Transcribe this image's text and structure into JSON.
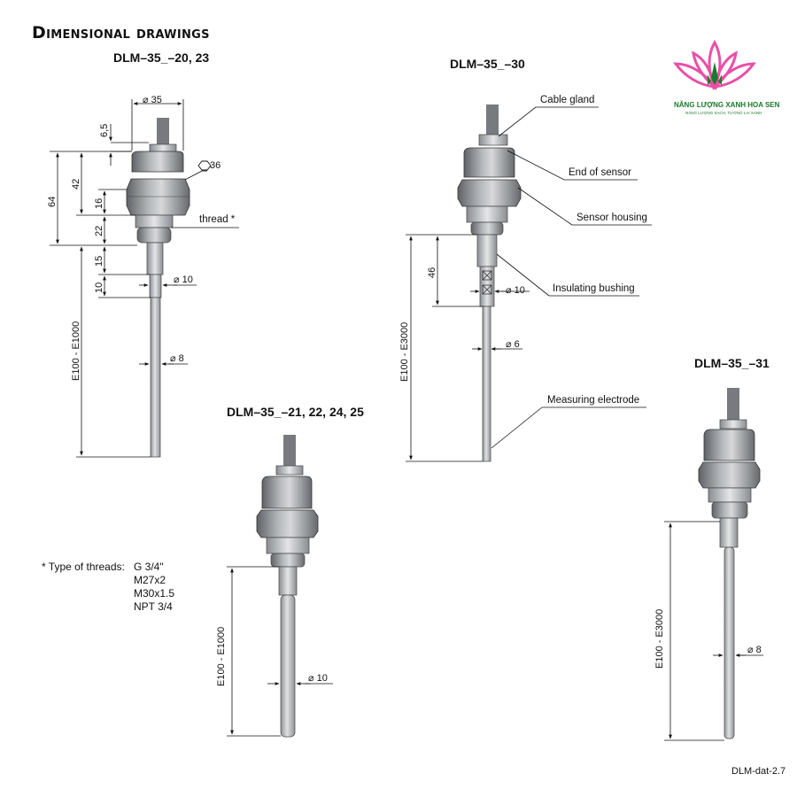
{
  "page_title": "Dimensional drawings",
  "models": {
    "m20": "DLM–35_–20, 23",
    "m30": "DLM–35_–30",
    "m21": "DLM–35_–21, 22, 24, 25",
    "m31": "DLM–35_–31"
  },
  "dims": {
    "d35": "⌀ 35",
    "d36": "36",
    "d10a": "⌀ 10",
    "d8a": "⌀ 8",
    "d10b": "⌀ 10",
    "d6": "⌀ 6",
    "d10c": "⌀ 10",
    "d8b": "⌀ 8",
    "h6_5": "6,5",
    "h42": "42",
    "h64": "64",
    "h16": "16",
    "h22": "22",
    "h15": "15",
    "h10": "10",
    "h46": "46",
    "e1000a": "E100 - E1000",
    "e1000b": "E100 - E1000",
    "e3000a": "E100 - E3000",
    "e3000b": "E100 - E3000"
  },
  "labels": {
    "thread": "thread *",
    "cable_gland": "Cable gland",
    "end_of_sensor": "End of sensor",
    "sensor_housing": "Sensor housing",
    "insulating_bushing": "Insulating bushing",
    "measuring_electrode": "Measuring electrode"
  },
  "thread_note": {
    "heading": "* Type of threads:",
    "types": [
      "G 3/4\"",
      "M27x2",
      "M30x1.5",
      "NPT 3/4"
    ]
  },
  "logo": {
    "brand": "NĂNG LƯỢNG XANH HOA SEN",
    "slogan": "NĂNG LƯỢNG SẠCH, TƯƠNG LAI XANH"
  },
  "footer": "DLM-dat-2.7",
  "colors": {
    "metal_dark": "#5f6266",
    "metal_mid": "#9a9da1",
    "metal_light": "#d6d8da",
    "logo_pink": "#e94fa8",
    "logo_green": "#1a7a2a"
  }
}
